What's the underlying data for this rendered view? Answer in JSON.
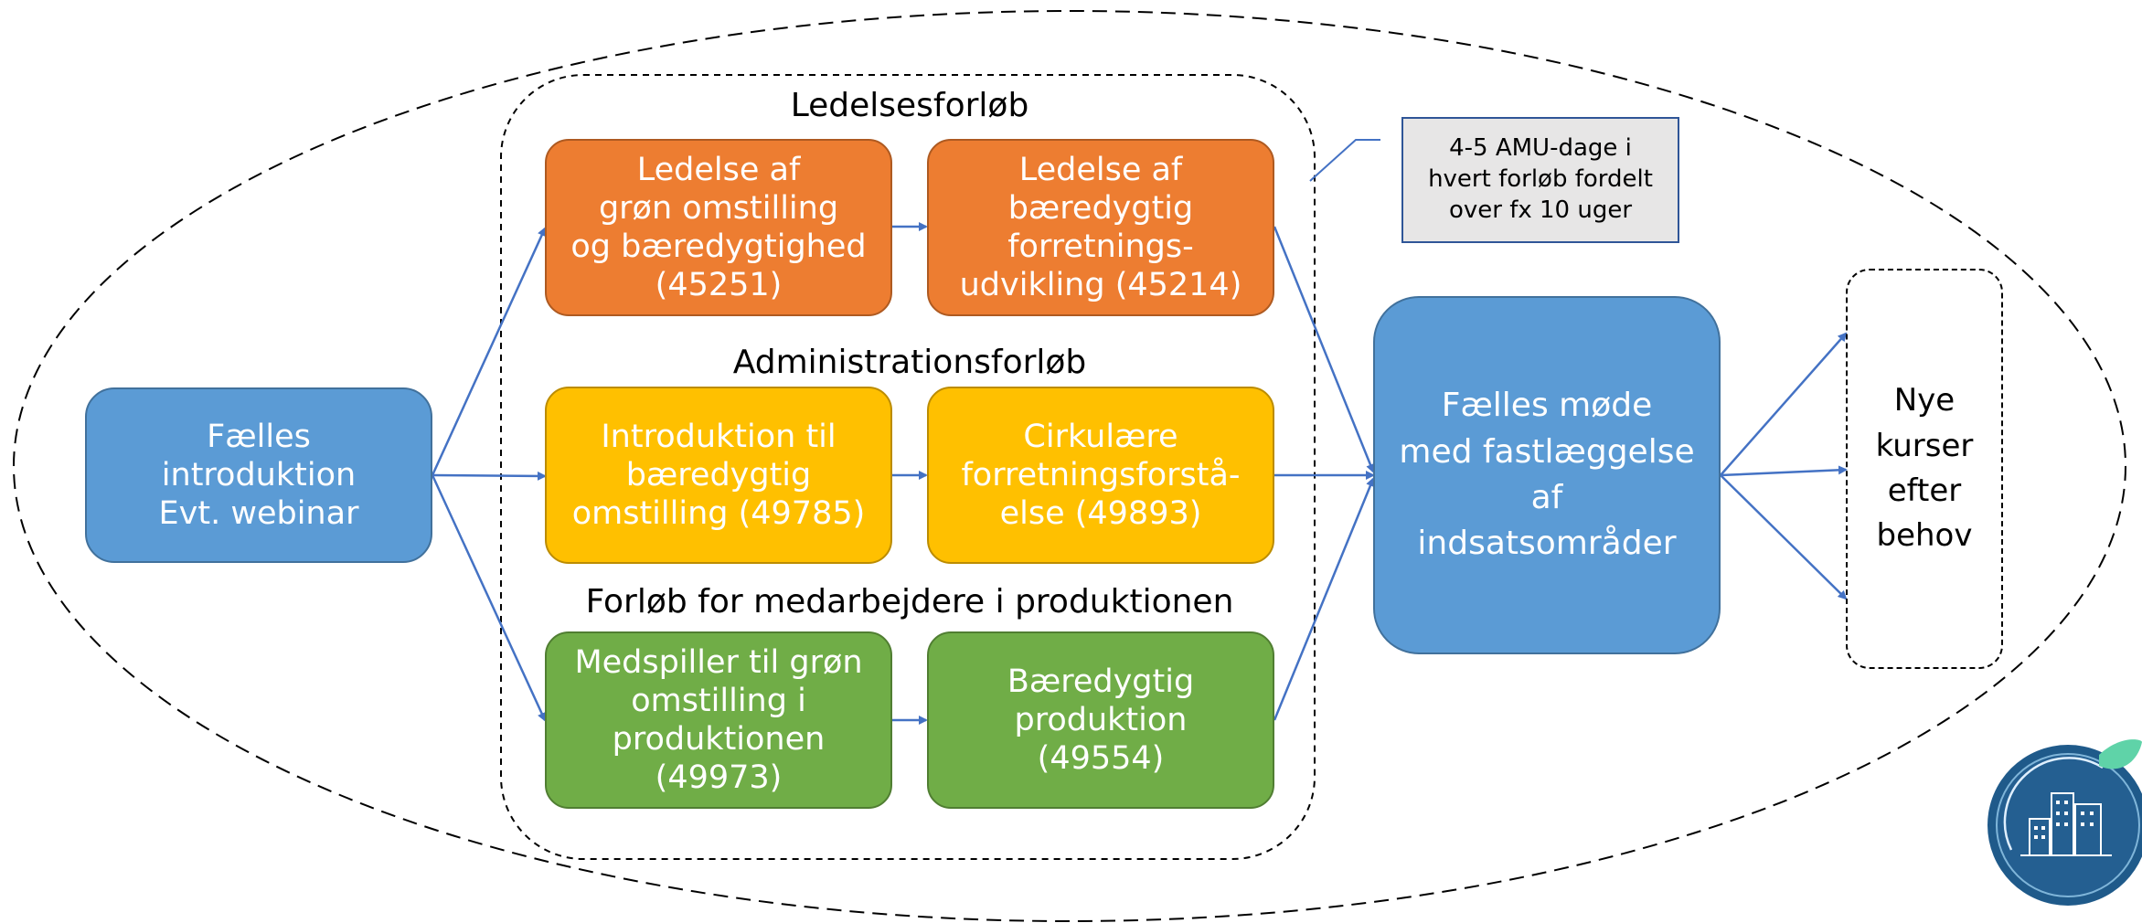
{
  "diagram": {
    "intro_box": "Fælles\nintroduktion\nEvt. webinar",
    "groups": [
      {
        "label": "Ledelsesforløb",
        "courses": [
          "Ledelse af\ngrøn omstilling\nog bæredygtighed\n(45251)",
          "Ledelse af\nbæredygtig\nforretnings-\nudvikling (45214)"
        ]
      },
      {
        "label": "Administrationsforløb",
        "courses": [
          "Introduktion til\nbæredygtig\nomstilling (49785)",
          "Cirkulære\nforretningsforstå-\nelse (49893)"
        ]
      },
      {
        "label": "Forløb for medarbejdere i produktionen",
        "courses": [
          "Medspiller til grøn\nomstilling i\nproduktionen\n(49973)",
          "Bæredygtig\nproduktion\n(49554)"
        ]
      }
    ],
    "note": "4-5 AMU-dage i\nhvert forløb fordelt\nover fx 10 uger",
    "meeting_box": "Fælles møde\nmed fastlæggelse\naf\nindsatsområder",
    "new_courses_box": "Nye\nkurser\nefter\nbehov",
    "colors": {
      "blue": "#5b9bd5",
      "orange": "#ed7d31",
      "yellow": "#ffc000",
      "green": "#70ad47",
      "arrow": "#4472c4",
      "logo": "#1f5a8a",
      "leaf": "#5fd3a8"
    },
    "logo_icon": "city-buildings-leaf-icon"
  }
}
